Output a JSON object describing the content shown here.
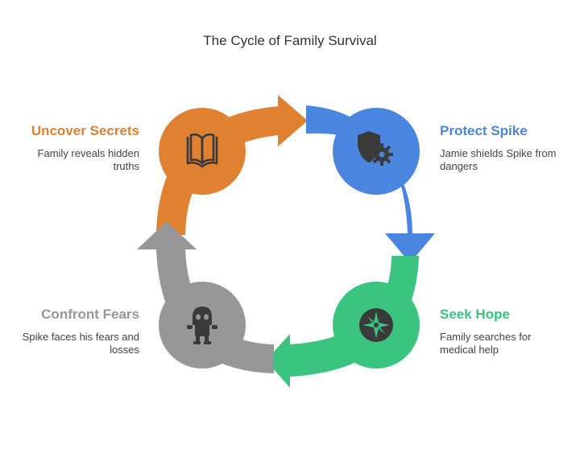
{
  "title": "The Cycle of Family Survival",
  "colors": {
    "orange": "#DF8130",
    "blue": "#4A86E0",
    "green": "#3BC47F",
    "gray": "#979797",
    "icon": "#3A3A3A"
  },
  "steps": [
    {
      "label": "Uncover Secrets",
      "desc_line1": "Family reveals hidden",
      "desc_line2": "truths",
      "icon": "open-book-icon",
      "color": "#DF8130"
    },
    {
      "label": "Protect Spike",
      "desc_line1": "Jamie shields Spike from",
      "desc_line2": "dangers",
      "icon": "shield-gear-icon",
      "color": "#4A86E0"
    },
    {
      "label": "Seek Hope",
      "desc_line1": "Family searches for",
      "desc_line2": "medical help",
      "icon": "compass-icon",
      "color": "#3BC47F"
    },
    {
      "label": "Confront Fears",
      "desc_line1": "Spike faces his fears and",
      "desc_line2": "losses",
      "icon": "alien-icon",
      "color": "#979797"
    }
  ]
}
